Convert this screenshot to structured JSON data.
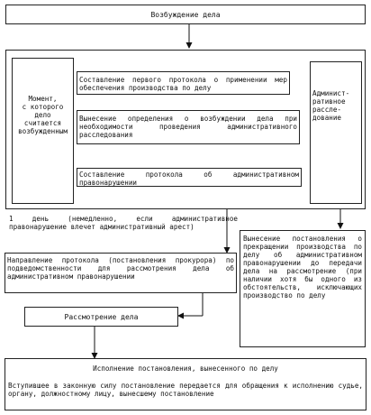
{
  "initiation": "Возбуждение дела",
  "moment": "Момент,\nс которого\nдело\nсчитается\nвозбужденным",
  "protocol_measures": "Составление первого протокола о применении мер обеспечения производства по делу",
  "ruling_investigation": "Вынесение определения о возбуждении дела при необходимости проведения административного расследования",
  "protocol_offense": "Составление протокола об административном правонарушении",
  "admin_investigation": "Админист-\nративное\nрассле-\nдование",
  "one_day_note": "1 день (немедленно, если административное правонарушение влечет административный арест)",
  "sending_protocol": "Направление протокола (постановления прокурора) по подведомственности для рассмотрения дела об административном правонарушении",
  "termination": "Вынесение постановления о прекращении производства по делу об административном правонарушении до передачи дела на рассмотрение (при наличии хотя бы одного из обстоятельств, исключающих производство по делу",
  "consideration": "Рассмотрение дела",
  "execution_title": "Исполнение постановления, вынесенного по делу",
  "execution_text": "Вступившее в законную силу постановление передается для обращения к исполнению судье, органу, должностному лицу, вынесшему постановление"
}
